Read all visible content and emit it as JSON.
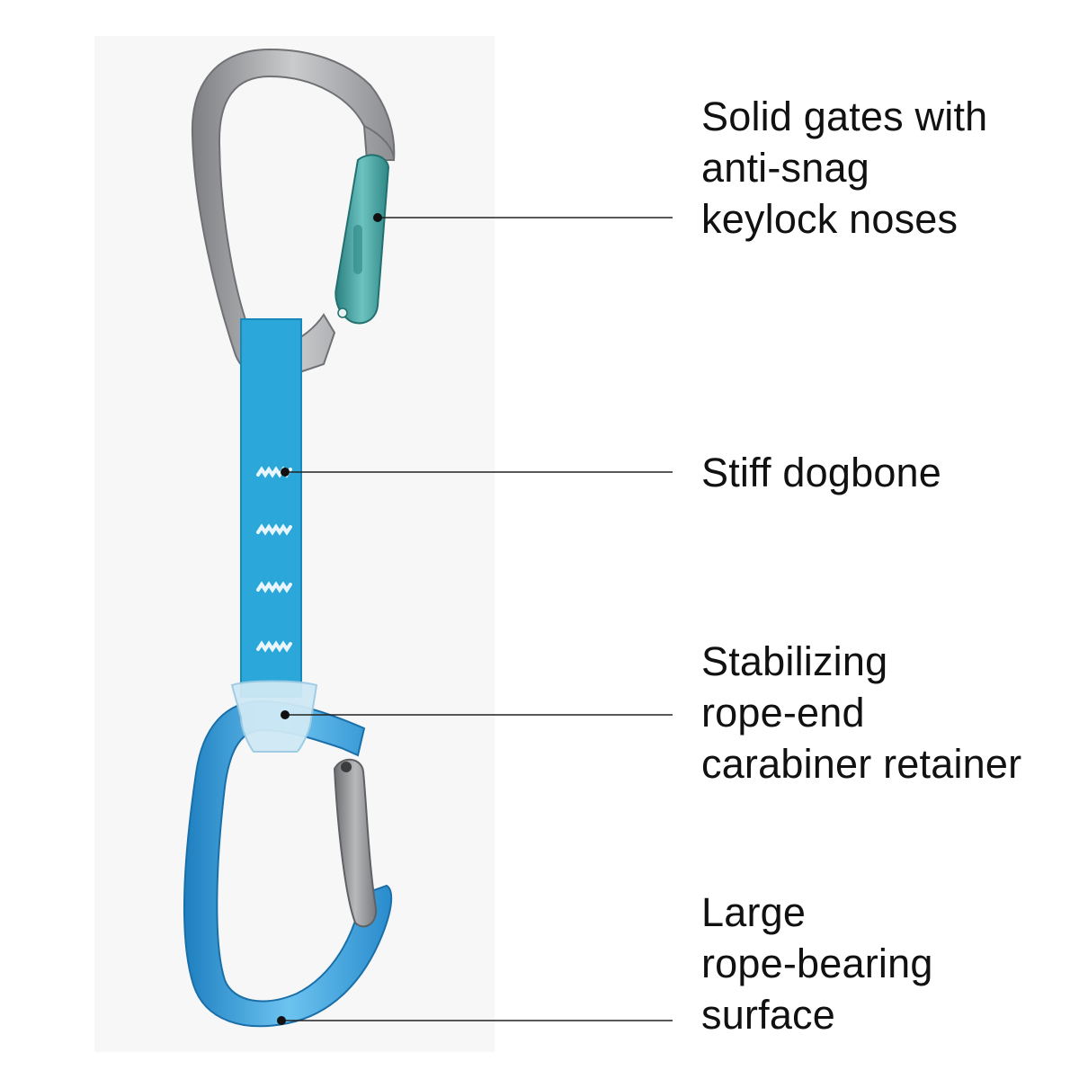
{
  "callouts": [
    {
      "id": "gates",
      "text": "Solid gates with\nanti-snag\nkeylock noses"
    },
    {
      "id": "dogbone",
      "text": "Stiff dogbone"
    },
    {
      "id": "retainer",
      "text": "Stabilizing\nrope-end\ncarabiner retainer"
    },
    {
      "id": "surface",
      "text": "Large\nrope-bearing\nsurface"
    }
  ],
  "colors": {
    "text": "#111111",
    "leader_line": "#222222",
    "top_carabiner": "#9a9c9e",
    "top_gate": "#3f9a9a",
    "sling": "#2aa6d6",
    "bottom_carabiner": "#3a9fd8",
    "bottom_gate": "#8a8c8e",
    "retainer": "#cfe9f5"
  },
  "illustration": {
    "subject": "quickdraw",
    "icons": [
      "carabiner-top-icon",
      "dogbone-sling-icon",
      "retainer-icon",
      "carabiner-bottom-icon"
    ]
  }
}
